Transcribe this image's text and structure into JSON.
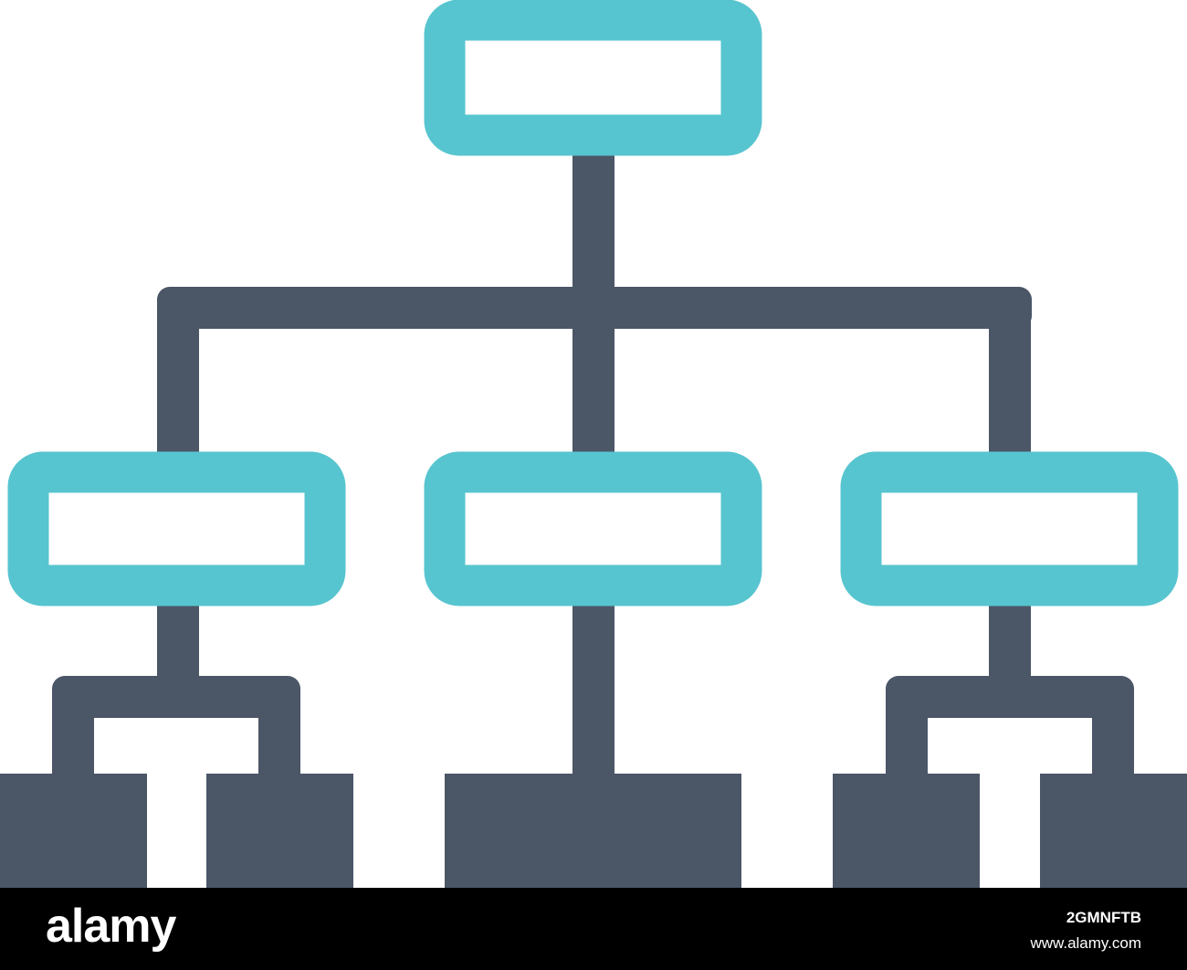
{
  "colors": {
    "box_stroke": "#57c5cf",
    "connector": "#4b5667",
    "leaf_fill": "#4b5667",
    "background": "#ffffff",
    "footer_background": "#000000",
    "footer_text": "#ffffff"
  },
  "icon": "hierarchy-org-chart-icon",
  "footer": {
    "logo": "alamy",
    "image_id": "2GMNFTB",
    "url": "www.alamy.com"
  }
}
